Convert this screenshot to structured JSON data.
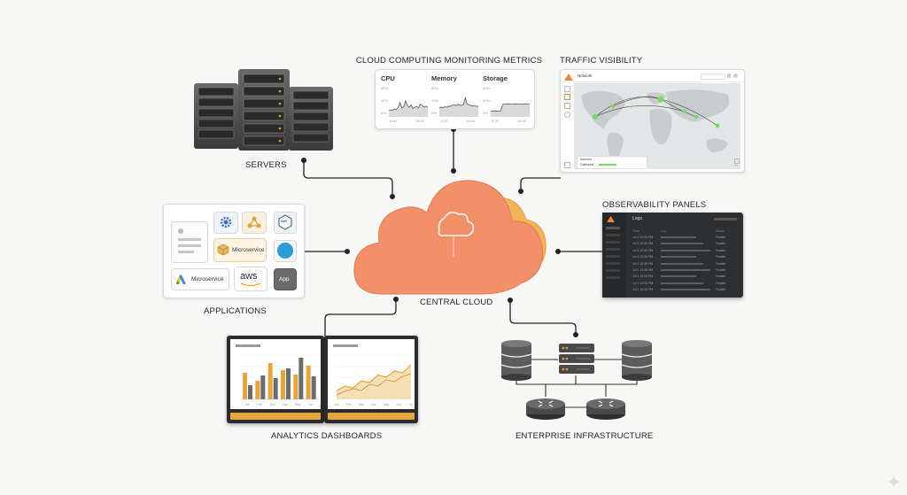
{
  "labels": {
    "servers": "SERVERS",
    "applications": "APPLICATIONS",
    "analytics": "ANALYTICS DASHBOARDS",
    "metrics": "CLOUD COMPUTING MONITORING METRICS",
    "traffic": "TRAFFIC VISIBILITY",
    "observability": "OBSERVABILITY PANELS",
    "central": "CENTRAL CLOUD",
    "enterprise": "ENTERPRISE INFRASTRUCTURE"
  },
  "metrics": {
    "cpu": "CPU",
    "memory": "Memory",
    "storage": "Storage",
    "y_ticks": [
      "80%",
      "40%",
      "0%"
    ],
    "x_ticks": [
      "0:00",
      "15:00"
    ],
    "cpu_series": [
      20,
      22,
      21,
      25,
      23,
      30,
      45,
      28,
      32,
      50,
      35,
      30,
      38,
      26,
      30,
      33,
      28,
      40,
      36,
      30,
      34,
      30
    ],
    "memory_series": [
      28,
      30,
      29,
      32,
      30,
      34,
      33,
      36,
      38,
      35,
      40,
      37,
      36,
      38,
      60,
      40,
      38,
      36,
      34,
      35,
      33,
      34
    ],
    "storage_series": [
      18,
      18,
      19,
      18,
      18,
      40,
      40,
      41,
      40,
      40,
      41,
      40,
      40,
      40,
      41,
      40,
      40
    ]
  },
  "traffic": {
    "title": "Network",
    "legend": [
      "Inbound",
      "Outbound"
    ]
  },
  "applications": {
    "microservice_a": "Microservice",
    "microservice_b": "Microservice",
    "aws": "aws",
    "app": "App",
    "swift": "swift"
  },
  "observability": {
    "title": "Logs",
    "columns": [
      "Time",
      "Log",
      "Status"
    ],
    "rows": [
      {
        "time": "Jul 1 12:05 PM",
        "status": "Fixable"
      },
      {
        "time": "Jul 1 12:05 PM",
        "status": "Fixable"
      },
      {
        "time": "Jul 1 12:05 PM",
        "status": "Fixable"
      },
      {
        "time": "Jul 1 12:05 PM",
        "status": "Fixable"
      },
      {
        "time": "Jul 1 12:05 PM",
        "status": "Fixable"
      },
      {
        "time": "Jul 1 12:05 PM",
        "status": "Fixable"
      },
      {
        "time": "Jul 1 12:05 PM",
        "status": "Fixable"
      },
      {
        "time": "Jul 1 12:05 PM",
        "status": "Fixable"
      },
      {
        "time": "Jul 1 12:05 PM",
        "status": "Fixable"
      }
    ]
  },
  "analytics": {
    "bars": [
      {
        "gold": 60,
        "gray": 32
      },
      {
        "gold": 42,
        "gray": 54
      },
      {
        "gold": 82,
        "gray": 48
      },
      {
        "gold": 66,
        "gray": 70
      },
      {
        "gold": 56,
        "gray": 94
      },
      {
        "gold": 76,
        "gray": 52
      }
    ],
    "bar_xticks": [
      "Jan",
      "Feb",
      "Mar",
      "Apr",
      "May",
      "Jun"
    ],
    "line_a": [
      20,
      30,
      26,
      42,
      38,
      55,
      50,
      64,
      60,
      78
    ],
    "line_b": [
      10,
      18,
      24,
      20,
      34,
      30,
      44,
      40,
      52,
      58
    ],
    "line_xticks": [
      "Jan",
      "Feb",
      "Mar",
      "Apr",
      "May",
      "Jun",
      "Jul"
    ]
  },
  "colors": {
    "cloud_front": "#f2906a",
    "cloud_back": "#f4b357",
    "gold": "#e5a43c",
    "gray_bar": "#6c6c6c",
    "green": "#7bd66b"
  }
}
